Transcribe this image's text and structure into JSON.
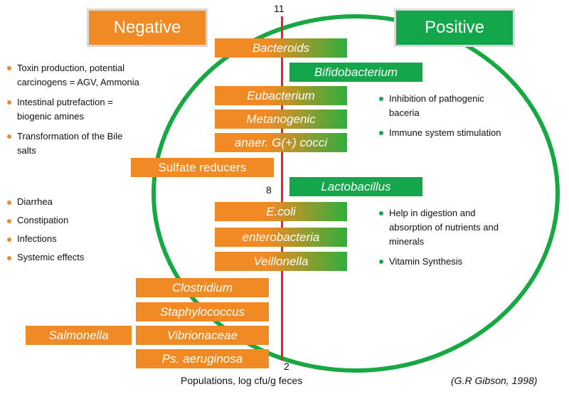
{
  "headers": {
    "negative": "Negative",
    "positive": "Positive"
  },
  "scale": {
    "top": "11",
    "middle": "8",
    "bottom": "2"
  },
  "bars": {
    "bacteroids": "Bacteroids",
    "bifidobacterium": "Bifidobacterium",
    "eubacterium": "Eubacterium",
    "metanogenic": "Metanogenic",
    "anaer_cocci": "anaer. G(+) cocci",
    "sulfate_reducers": "Sulfate reducers",
    "lactobacillus": "Lactobacillus",
    "ecoli": "E.coli",
    "enterobacteria": "enterobacteria",
    "veillonella": "Veillonella",
    "clostridium": "Clostridium",
    "staphylococcus": "Staphylococcus",
    "salmonella": "Salmonella",
    "vibrionaceae": "Vibrionaceae",
    "ps_aeruginosa": "Ps. aeruginosa"
  },
  "negative_effects_top": [
    "Toxin production, potential carcinogens = AGV, Ammonia",
    "Intestinal putrefaction = biogenic amines",
    "Transformation of the Bile salts"
  ],
  "negative_effects_bottom": [
    "Diarrhea",
    "Constipation",
    "Infections",
    "Systemic effects"
  ],
  "positive_effects_top": [
    "Inhibition of pathogenic baceria",
    "Immune system stimulation"
  ],
  "positive_effects_bottom": [
    "Help in digestion and absorption of nutrients and minerals",
    "Vitamin Synthesis"
  ],
  "footer": {
    "axis_label": "Populations, log cfu/g feces",
    "citation": "(G.R Gibson, 1998)"
  },
  "colors": {
    "negative": "#f08a24",
    "positive": "#14a64a",
    "axis_line": "#d92a2a"
  }
}
